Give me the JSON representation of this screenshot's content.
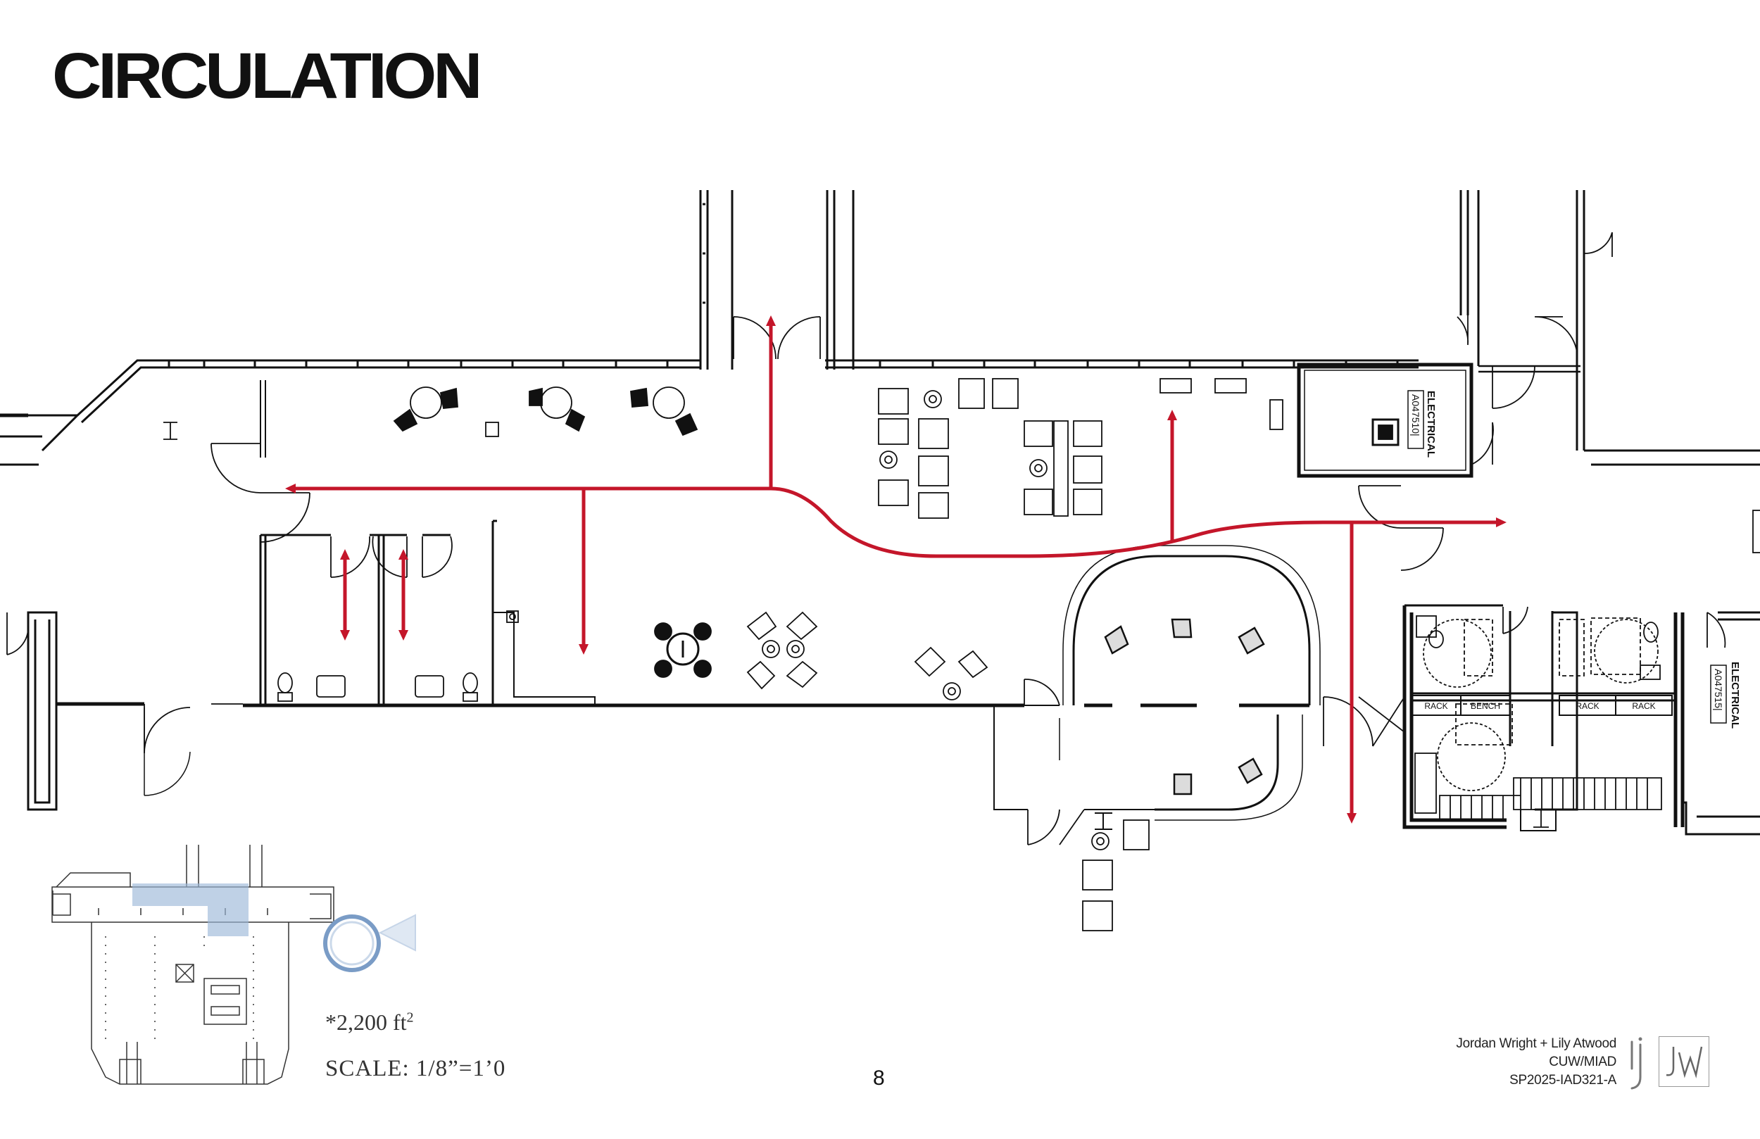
{
  "page": {
    "title": "CIRCULATION",
    "page_number": "8",
    "area": "*2,200 ft",
    "area_unit_sup": "2",
    "scale": "SCALE: 1/8”=1’0"
  },
  "credits": {
    "names": "Jordan Wright + Lily Atwood",
    "school": "CUW/MIAD",
    "course": "SP2025-IAD321-A"
  },
  "logos": {
    "left": "lj-monogram",
    "right": "jw-monogram"
  },
  "rooms": {
    "electrical_1": {
      "label": "ELECTRICAL",
      "code": "A047510|"
    },
    "electrical_2": {
      "label": "ELECTRICAL",
      "code": "A047515|"
    }
  },
  "fixtures": {
    "rack_1": "RACK",
    "bench": "BENCH",
    "rack_2": "RACK",
    "rack_3": "RACK"
  },
  "colors": {
    "circulation_path": "#c4162a",
    "walls": "#111111",
    "keyplan_highlight": "#9db9d9",
    "view_marker": "#7a9cc6"
  }
}
